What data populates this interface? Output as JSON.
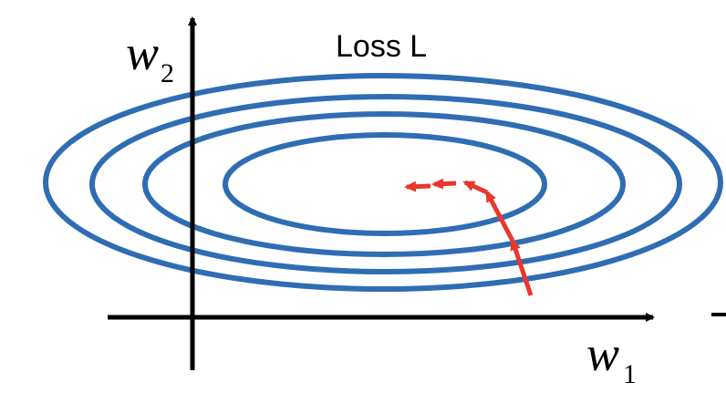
{
  "title": "Loss L",
  "axes": {
    "x": {
      "variable": "w",
      "subscript": "1"
    },
    "y": {
      "variable": "w",
      "subscript": "2"
    }
  },
  "contours": {
    "count": 4,
    "color": "#2f6db3"
  },
  "trajectory": {
    "color": "#e8372b",
    "steps": 5
  },
  "axis_color": "#000000"
}
